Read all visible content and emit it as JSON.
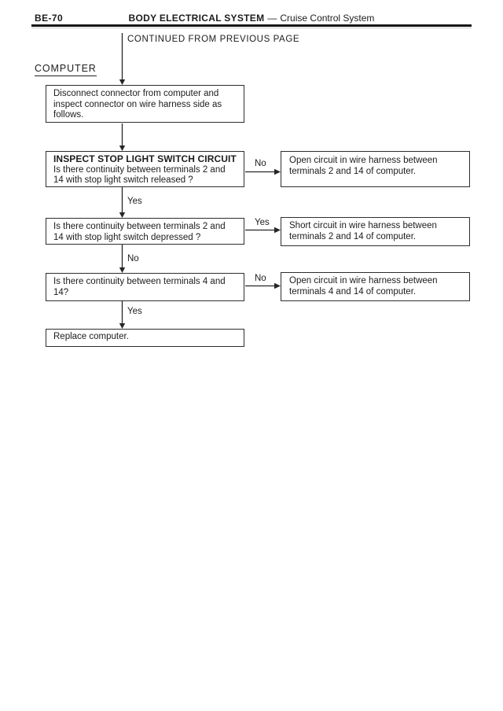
{
  "header": {
    "page_number": "BE-70",
    "section_title": "BODY ELECTRICAL SYSTEM",
    "divider": "—",
    "subsection_title": "Cruise Control System"
  },
  "flow": {
    "continued_from": "CONTINUED FROM PREVIOUS PAGE",
    "section_label": "COMPUTER",
    "intro": {
      "text": "Disconnect connector from computer and inspect connector on wire harness side as follows."
    },
    "check1": {
      "title": "INSPECT STOP LIGHT SWITCH CIRCUIT",
      "question": "Is there continuity between terminals 2 and 14 with stop light switch released ?",
      "branch_right": "No",
      "branch_down": "Yes",
      "result": "Open circuit in wire harness between terminals 2 and 14 of computer."
    },
    "check2": {
      "question": "Is there continuity between terminals 2 and 14 with stop light switch depressed ?",
      "branch_right": "Yes",
      "branch_down": "No",
      "result": "Short circuit in wire harness between terminals 2 and 14 of computer."
    },
    "check3": {
      "question": "Is there continuity between terminals 4 and 14?",
      "branch_right": "No",
      "branch_down": "Yes",
      "result": "Open circuit in wire harness between terminals 4 and 14 of computer."
    },
    "final": {
      "text": "Replace computer."
    }
  },
  "colors": {
    "ink": "#1c1c1c",
    "box_border": "#2d2d2d",
    "background": "#ffffff"
  }
}
